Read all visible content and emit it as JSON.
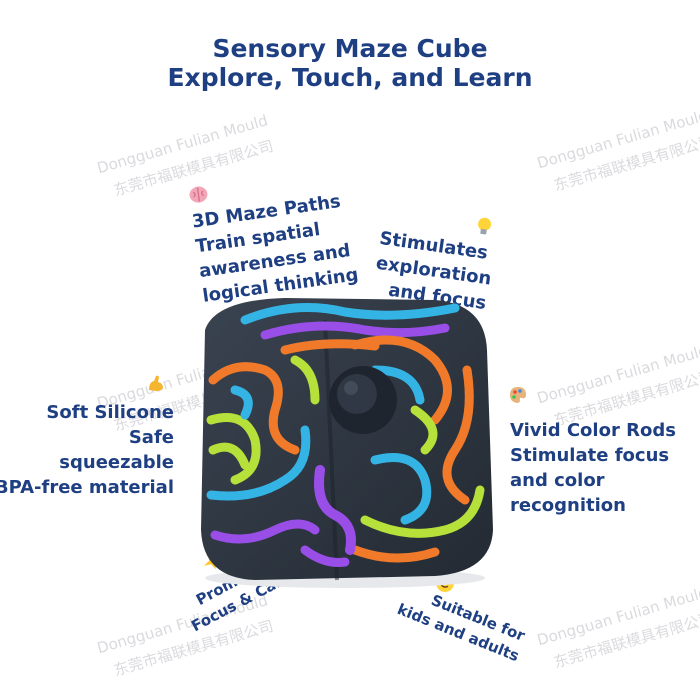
{
  "title": {
    "line1": "Sensory Maze Cube",
    "line2": "Explore, Touch, and Learn"
  },
  "features": {
    "maze_paths": {
      "icon": "brain-icon",
      "line1": "3D Maze Paths",
      "line2": "Train spatial",
      "line3": "awareness and",
      "line4": "logical thinking"
    },
    "stimulates": {
      "icon": "lightbulb-icon",
      "line1": "Stimulates",
      "line2": "exploration",
      "line3": "and focus"
    },
    "silicone": {
      "icon": "flexed-arm-icon",
      "line1": "Soft Silicone",
      "line2": "Safe",
      "line3": "squeezable",
      "line4": "BPA-free material"
    },
    "color_rods": {
      "icon": "palette-icon",
      "line1": "Vivid Color Rods",
      "line2": "Stimulate focus",
      "line3": "and color",
      "line4": "recognition"
    },
    "calm": {
      "icon": "sparkle-icon",
      "line1": "Promotes",
      "line2": "Focus & Calm"
    },
    "ages": {
      "icon": "smiley-icon",
      "line1": "Suitable for",
      "line2": "kids and adults"
    }
  },
  "watermark": {
    "en": "Dongguan Fulian Mould",
    "cn": "东莞市福联模具有限公司"
  },
  "colors": {
    "title": "#1f3f83",
    "cube_body": "#2c3440",
    "rod_orange": "#f07a2a",
    "rod_blue": "#34b4e4",
    "rod_green": "#b6e03a",
    "rod_purple": "#9a4ee8"
  }
}
